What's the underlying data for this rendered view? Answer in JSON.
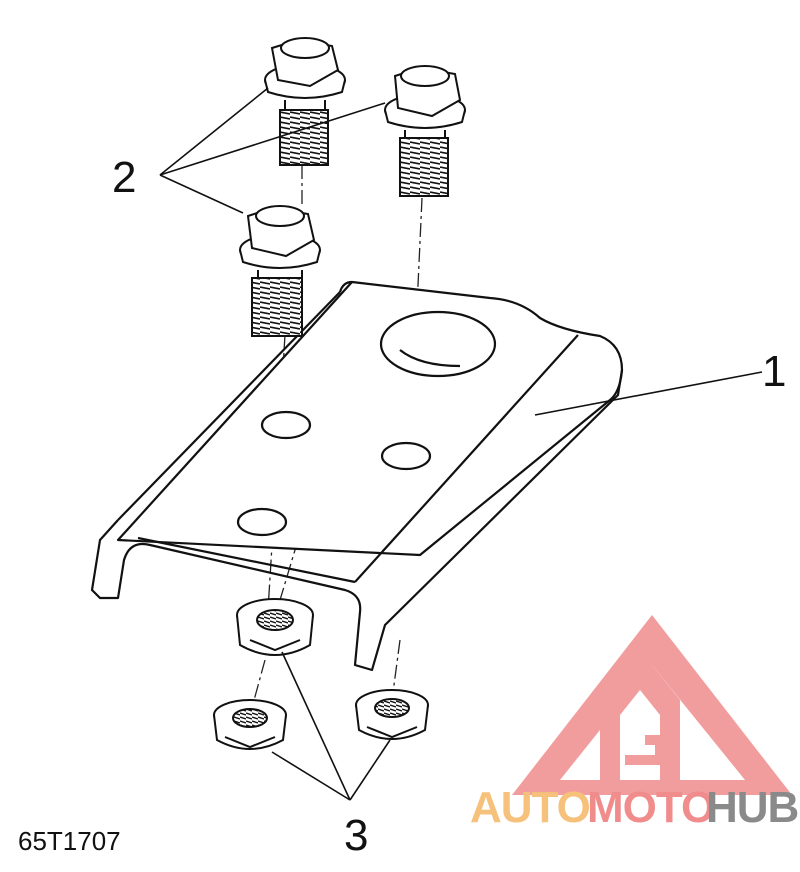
{
  "diagram": {
    "part_number": "65T1707",
    "callouts": {
      "bracket": "1",
      "bolts": "2",
      "nuts": "3"
    }
  },
  "watermark": {
    "text_1": "AUTO",
    "text_2": "MOTO",
    "text_3": "HUB",
    "colors": {
      "auto": "#f6c17a",
      "moto": "#f08c8c",
      "hub": "#8a8a8a",
      "logo": "#f08c8c"
    }
  }
}
